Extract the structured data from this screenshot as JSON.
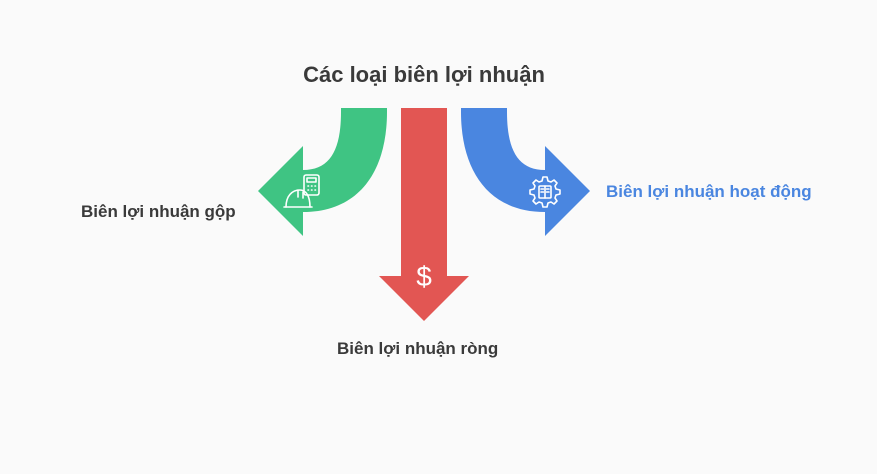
{
  "title": "Các loại biên lợi nhuận",
  "branches": {
    "left": {
      "label": "Biên lợi nhuận gộp",
      "color": "#3fc483",
      "icon": "building-calculator-icon"
    },
    "center": {
      "label": "Biên lợi nhuận ròng",
      "color": "#e25653",
      "icon": "dollar-icon"
    },
    "right": {
      "label": "Biên lợi nhuận hoạt động",
      "color": "#4a86e0",
      "icon": "gear-document-icon"
    }
  },
  "icon_glyphs": {
    "dollar": "$"
  }
}
